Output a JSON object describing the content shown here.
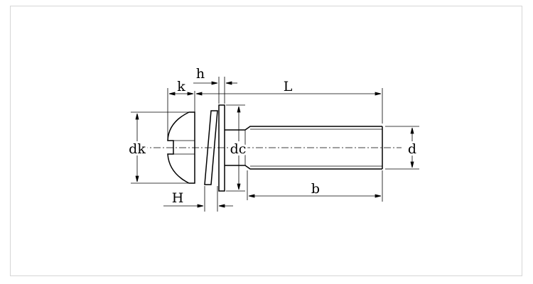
{
  "diagram": {
    "labels": {
      "h": "h",
      "k": "k",
      "L": "L",
      "dk": "dk",
      "dc": "dc",
      "d": "d",
      "H": "H",
      "b": "b"
    },
    "colors": {
      "line": "#000000",
      "frame": "#d6d6d6",
      "background": "#ffffff"
    }
  }
}
